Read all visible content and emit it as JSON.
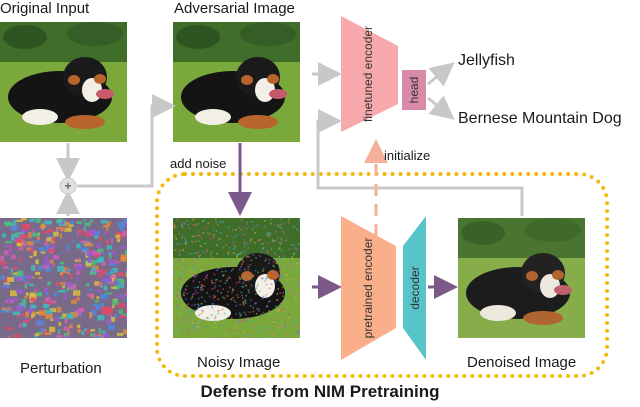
{
  "labels": {
    "original_input": "Original Input",
    "adversarial_image": "Adversarial Image",
    "perturbation": "Perturbation",
    "noisy_image": "Noisy Image",
    "denoised_image": "Denoised Image",
    "add_noise": "add noise",
    "initialize": "initialize",
    "jellyfish": "Jellyfish",
    "bernese": "Bernese Mountain Dog"
  },
  "blocks": {
    "finetuned_encoder": "finetuned encoder",
    "head": "head",
    "pretrained_encoder": "pretrained encoder",
    "decoder": "decoder"
  },
  "title": "Defense from NIM Pretraining",
  "colors": {
    "encoder_pink": "#f7a9ab",
    "head_pink": "#d98aa9",
    "pretrained_orange": "#f9b08a",
    "decoder_teal": "#58c3c9",
    "arrow_gray": "#c8c8c8",
    "arrow_purple": "#7b5a8a",
    "init_dash": "#f7b09a",
    "box_gold": "#f4b90c"
  }
}
